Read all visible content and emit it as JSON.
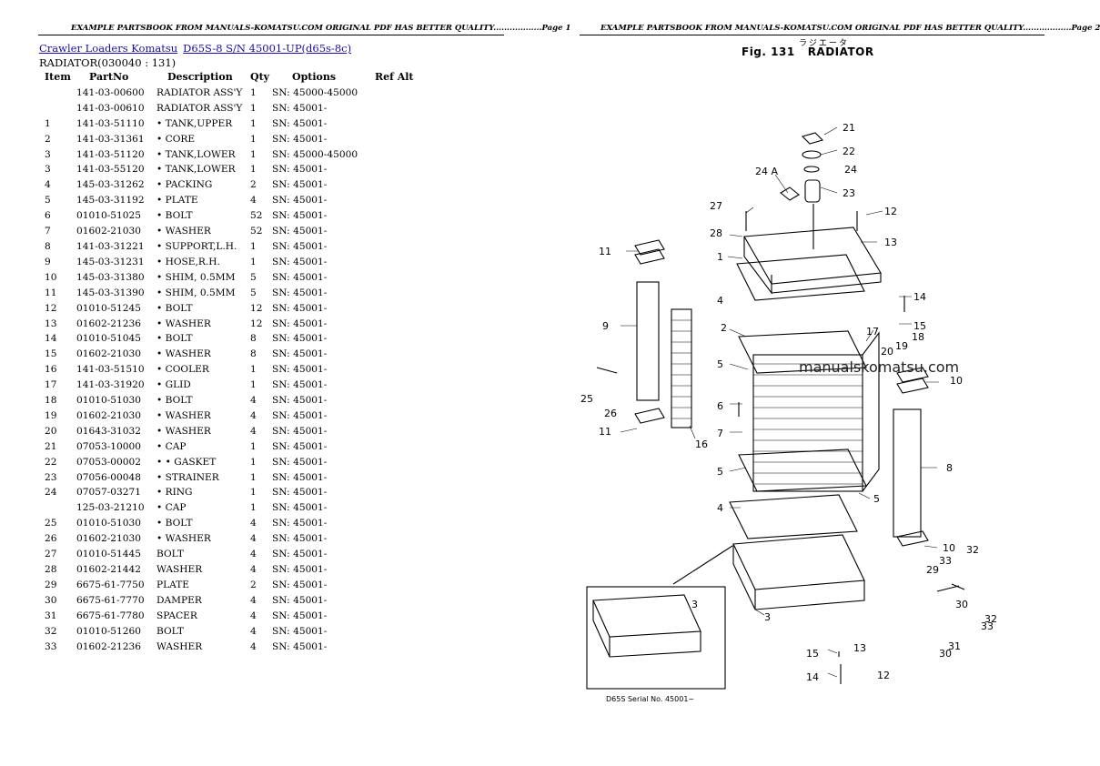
{
  "header": {
    "left": "EXAMPLE PARTSBOOK FROM MANUALS-KOMATSU.COM ORIGINAL PDF HAS BETTER QUALITY..................Page 1",
    "right": "EXAMPLE PARTSBOOK FROM MANUALS-KOMATSU.COM ORIGINAL PDF HAS BETTER QUALITY..................Page 2"
  },
  "breadcrumb": {
    "link1": "Crawler Loaders Komatsu",
    "link2": "D65S-8 S/N 45001-UP(d65s-8c)"
  },
  "section_title": "RADIATOR(030040 : 131)",
  "table": {
    "headers": [
      "Item",
      "PartNo",
      "Description",
      "Qty",
      "Options",
      "Ref Alt"
    ],
    "rows": [
      [
        "",
        "141-03-00600",
        "RADIATOR ASS'Y",
        "1",
        "SN: 45000-45000",
        ""
      ],
      [
        "",
        "141-03-00610",
        "RADIATOR ASS'Y",
        "1",
        "SN: 45001-",
        ""
      ],
      [
        "1",
        "141-03-51110",
        "• TANK,UPPER",
        "1",
        "SN: 45001-",
        ""
      ],
      [
        "2",
        "141-03-31361",
        "• CORE",
        "1",
        "SN: 45001-",
        ""
      ],
      [
        "3",
        "141-03-51120",
        "• TANK,LOWER",
        "1",
        "SN: 45000-45000",
        ""
      ],
      [
        "3",
        "141-03-55120",
        "• TANK,LOWER",
        "1",
        "SN: 45001-",
        ""
      ],
      [
        "4",
        "145-03-31262",
        "• PACKING",
        "2",
        "SN: 45001-",
        ""
      ],
      [
        "5",
        "145-03-31192",
        "• PLATE",
        "4",
        "SN: 45001-",
        ""
      ],
      [
        "6",
        "01010-51025",
        "• BOLT",
        "52",
        "SN: 45001-",
        ""
      ],
      [
        "7",
        "01602-21030",
        "• WASHER",
        "52",
        "SN: 45001-",
        ""
      ],
      [
        "8",
        "141-03-31221",
        "• SUPPORT,L.H.",
        "1",
        "SN: 45001-",
        ""
      ],
      [
        "9",
        "145-03-31231",
        "• HOSE,R.H.",
        "1",
        "SN: 45001-",
        ""
      ],
      [
        "10",
        "145-03-31380",
        "• SHIM, 0.5MM",
        "5",
        "SN: 45001-",
        ""
      ],
      [
        "11",
        "145-03-31390",
        "• SHIM, 0.5MM",
        "5",
        "SN: 45001-",
        ""
      ],
      [
        "12",
        "01010-51245",
        "• BOLT",
        "12",
        "SN: 45001-",
        ""
      ],
      [
        "13",
        "01602-21236",
        "• WASHER",
        "12",
        "SN: 45001-",
        ""
      ],
      [
        "14",
        "01010-51045",
        "• BOLT",
        "8",
        "SN: 45001-",
        ""
      ],
      [
        "15",
        "01602-21030",
        "• WASHER",
        "8",
        "SN: 45001-",
        ""
      ],
      [
        "16",
        "141-03-51510",
        "• COOLER",
        "1",
        "SN: 45001-",
        ""
      ],
      [
        "17",
        "141-03-31920",
        "• GLID",
        "1",
        "SN: 45001-",
        ""
      ],
      [
        "18",
        "01010-51030",
        "• BOLT",
        "4",
        "SN: 45001-",
        ""
      ],
      [
        "19",
        "01602-21030",
        "• WASHER",
        "4",
        "SN: 45001-",
        ""
      ],
      [
        "20",
        "01643-31032",
        "• WASHER",
        "4",
        "SN: 45001-",
        ""
      ],
      [
        "21",
        "07053-10000",
        "• CAP",
        "1",
        "SN: 45001-",
        ""
      ],
      [
        "22",
        "07053-00002",
        "• • GASKET",
        "1",
        "SN: 45001-",
        ""
      ],
      [
        "23",
        "07056-00048",
        "• STRAINER",
        "1",
        "SN: 45001-",
        ""
      ],
      [
        "24",
        "07057-03271",
        "• RING",
        "1",
        "SN: 45001-",
        ""
      ],
      [
        "",
        "125-03-21210",
        "• CAP",
        "1",
        "SN: 45001-",
        ""
      ],
      [
        "25",
        "01010-51030",
        "• BOLT",
        "4",
        "SN: 45001-",
        ""
      ],
      [
        "26",
        "01602-21030",
        "• WASHER",
        "4",
        "SN: 45001-",
        ""
      ],
      [
        "27",
        "01010-51445",
        "BOLT",
        "4",
        "SN: 45001-",
        ""
      ],
      [
        "28",
        "01602-21442",
        "WASHER",
        "4",
        "SN: 45001-",
        ""
      ],
      [
        "29",
        "6675-61-7750",
        "PLATE",
        "2",
        "SN: 45001-",
        ""
      ],
      [
        "30",
        "6675-61-7770",
        "DAMPER",
        "4",
        "SN: 45001-",
        ""
      ],
      [
        "31",
        "6675-61-7780",
        "SPACER",
        "4",
        "SN: 45001-",
        ""
      ],
      [
        "32",
        "01010-51260",
        "BOLT",
        "4",
        "SN: 45001-",
        ""
      ],
      [
        "33",
        "01602-21236",
        "WASHER",
        "4",
        "SN: 45001-",
        ""
      ]
    ]
  },
  "figure": {
    "title_num": "Fig. 131",
    "title_name": "RADIATOR",
    "title_jp": "ラジエータ",
    "watermark": "manualskomatsu.com",
    "inset_caption": "D65S  Serial No. 45001~",
    "callouts": [
      "21",
      "22",
      "24",
      "24 A",
      "23",
      "27",
      "12",
      "28",
      "13",
      "11",
      "1",
      "4",
      "14",
      "15",
      "9",
      "2",
      "17",
      "20",
      "19",
      "18",
      "5",
      "10",
      "25",
      "26",
      "6",
      "7",
      "16",
      "11",
      "5",
      "8",
      "4",
      "3",
      "29",
      "33",
      "32",
      "30",
      "31",
      "15",
      "13",
      "14",
      "12",
      "10",
      "3",
      "32",
      "33",
      "30",
      "31"
    ]
  }
}
